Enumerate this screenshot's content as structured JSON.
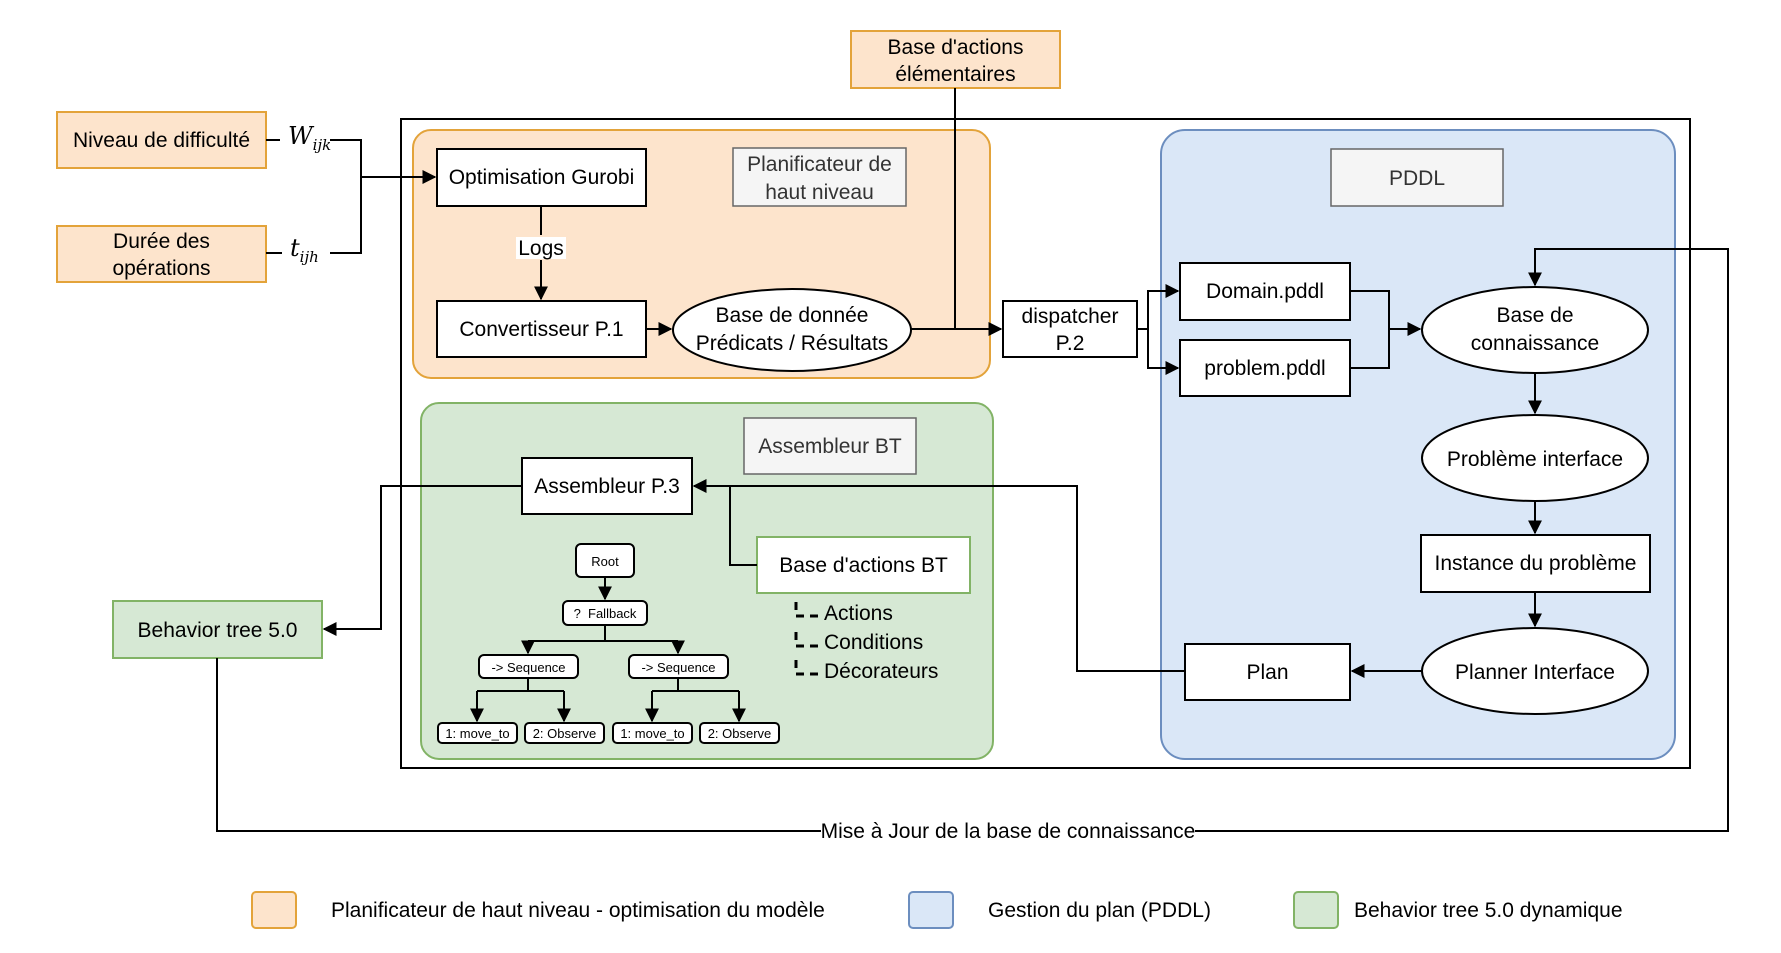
{
  "colors": {
    "orange_fill": "#fde4cc",
    "orange_stroke": "#e3a33a",
    "blue_fill": "#dae7f7",
    "blue_stroke": "#6c8ebf",
    "green_fill": "#d6e8d4",
    "green_stroke": "#82b366",
    "label_fill": "#f5f5f5",
    "label_stroke": "#666666"
  },
  "inputs": {
    "difficulty": "Niveau de difficulté",
    "difficulty_var": "W",
    "difficulty_sub": "ijk",
    "duration_line1": "Durée des",
    "duration_line2": "opérations",
    "duration_var": "t",
    "duration_sub": "ijh",
    "elementary_line1": "Base d'actions",
    "elementary_line2": "élémentaires"
  },
  "planner": {
    "title_line1": "Planificateur de",
    "title_line2": "haut niveau",
    "gurobi": "Optimisation Gurobi",
    "logs": "Logs",
    "converter": "Convertisseur P.1",
    "db_line1": "Base de donnée",
    "db_line2": "Prédicats / Résultats"
  },
  "dispatcher": {
    "line1": "dispatcher",
    "line2": "P.2"
  },
  "pddl": {
    "title": "PDDL",
    "domain": "Domain.pddl",
    "problem": "problem.pddl",
    "kb_line1": "Base de",
    "kb_line2": "connaissance",
    "problem_interface": "Problème interface",
    "instance": "Instance du problème",
    "planner_interface": "Planner Interface",
    "plan": "Plan"
  },
  "bt": {
    "title": "Assembleur BT",
    "assembler": "Assembleur P.3",
    "actions_base": "Base d'actions BT",
    "legend_actions": "Actions",
    "legend_conditions": "Conditions",
    "legend_decorators": "Décorateurs",
    "tree": {
      "root": "Root",
      "fallback": "?  Fallback",
      "sequence_left": "-> Sequence",
      "sequence_right": "-> Sequence",
      "leaf1": "1: move_to",
      "leaf2": "2: Observe",
      "leaf3": "1: move_to",
      "leaf4": "2: Observe"
    }
  },
  "behavior_tree": "Behavior tree 5.0",
  "update_label": "Mise à Jour de la base de connaissance",
  "legend": {
    "orange": "Planificateur de haut niveau - optimisation du modèle",
    "blue": "Gestion du plan (PDDL)",
    "green": "Behavior tree 5.0 dynamique"
  }
}
